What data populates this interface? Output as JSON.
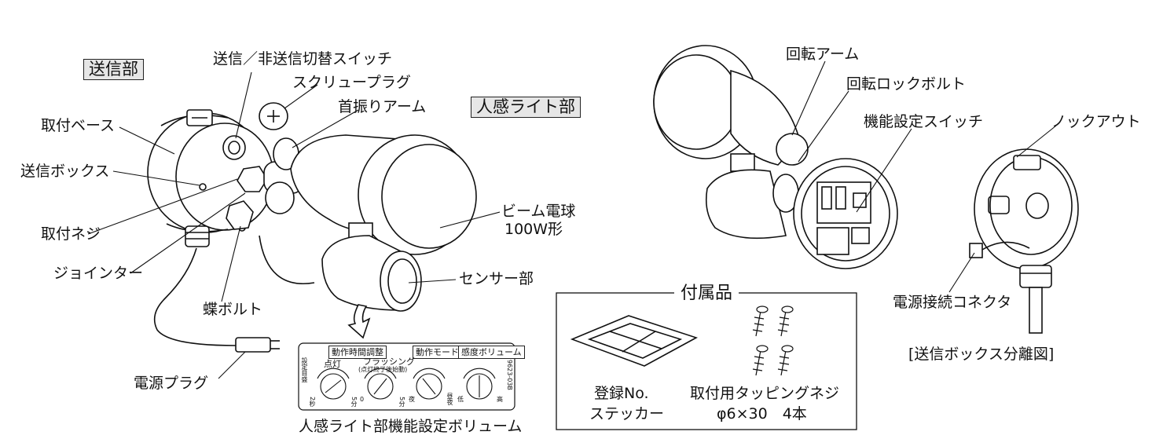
{
  "labels": {
    "transmitter_section": "送信部",
    "switch_send": "送信／非送信切替スイッチ",
    "screw_plug": "スクリュープラグ",
    "swing_arm": "首振りアーム",
    "sensor_light_section": "人感ライト部",
    "mount_base": "取付ベース",
    "transmitter_box": "送信ボックス",
    "mount_screw": "取付ネジ",
    "jointer": "ジョインター",
    "wing_bolt": "蝶ボルト",
    "beam_bulb": "ビーム電球",
    "beam_bulb_spec": "100W形",
    "sensor_part": "センサー部",
    "power_plug": "電源プラグ",
    "rotate_arm": "回転アーム",
    "rotate_lock_bolt": "回転ロックボルト",
    "function_switch": "機能設定スイッチ",
    "knockout": "ノックアウト",
    "power_connector": "電源接続コネクタ",
    "box_exploded": "[送信ボックス分離図]",
    "volume_caption": "人感ライト部機能設定ボリューム"
  },
  "accessories": {
    "title": "付属品",
    "sticker_line1": "登録No.",
    "sticker_line2": "ステッカー",
    "screw_line1": "取付用タッピングネジ",
    "screw_line2": "φ6×30　4本"
  },
  "panel": {
    "hdr_time": "動作時間調整",
    "hdr_mode": "動作モード",
    "hdr_sense": "感度ボリューム",
    "lit": "点灯",
    "flash": "フラッシング",
    "flash_sub": "(点灯終了後始動)",
    "left_side": "設定目盛",
    "right_side": "9623-03B",
    "k1_min": "2秒",
    "k1_max": "5分",
    "k2_min": "0",
    "k2_max": "5分",
    "k3_min": "夜",
    "k3_max": "昼夜",
    "k4_min": "低",
    "k4_max": "高"
  }
}
